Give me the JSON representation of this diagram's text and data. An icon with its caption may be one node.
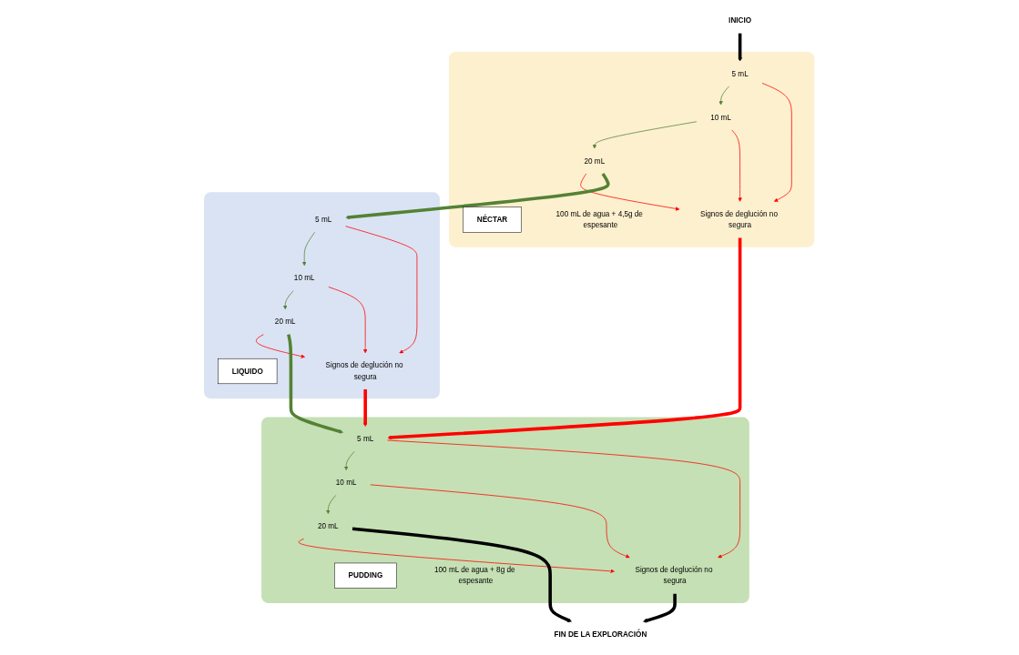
{
  "diagram": {
    "nodes": [
      {
        "text": [
          "INICIO"
        ]
      },
      {
        "text": [],
        "shape": "box"
      },
      {
        "text": [
          "NÉCTAR"
        ],
        "in": 1
      },
      {
        "text": [
          "100 mL de agua + 4,5g de espesante"
        ],
        "in": 1
      },
      {
        "text": [
          "5 mL"
        ],
        "in": 1
      },
      {
        "text": [
          "10 mL"
        ],
        "in": 1
      },
      {
        "text": [
          "20 mL"
        ],
        "in": 1
      },
      {
        "text": [
          "Signos de deglución no segura"
        ],
        "in": 1
      },
      {
        "text": [],
        "shape": "box"
      },
      {
        "text": [
          "LIQUIDO"
        ],
        "in": 8
      },
      {
        "text": [
          "5 mL"
        ],
        "in": 8
      },
      {
        "text": [
          "10 mL"
        ],
        "in": 8
      },
      {
        "text": [
          "20 mL"
        ],
        "in": 8
      },
      {
        "text": [
          "Signos de deglución no segura"
        ],
        "in": 8
      },
      {
        "text": [],
        "shape": "box"
      },
      {
        "text": [
          "PUDDING"
        ],
        "in": 14
      },
      {
        "text": [
          "100 mL de agua + 8g de espesante"
        ],
        "in": 14
      },
      {
        "text": [
          "5 mL"
        ],
        "in": 14
      },
      {
        "text": [
          "10 mL"
        ],
        "in": 14
      },
      {
        "text": [
          "20 mL"
        ],
        "in": 14
      },
      {
        "text": [
          "Signos de deglución no segura"
        ],
        "in": 14
      },
      {
        "text": [
          "FIN DE LA EXPLORACIÓN"
        ]
      }
    ],
    "edges": [
      {
        "from": 0,
        "to": 4,
        "arrow": "to",
        "style": "thick",
        "color": "#000000"
      },
      {
        "from": 4,
        "to": 5,
        "arrow": "to",
        "color": "#548235"
      },
      {
        "from": 5,
        "to": 6,
        "arrow": "to",
        "color": "#548235"
      },
      {
        "from": 4,
        "to": 7,
        "arrow": "to"
      },
      {
        "from": 5,
        "to": 7,
        "arrow": "to"
      },
      {
        "from": 6,
        "to": 7,
        "arrow": "to"
      },
      {
        "from": 6,
        "to": 10,
        "arrow": "to",
        "style": "thick",
        "color": "#548235"
      },
      {
        "from": 10,
        "to": 11,
        "arrow": "to",
        "color": "#548235"
      },
      {
        "from": 11,
        "to": 12,
        "arrow": "to",
        "color": "#548235"
      },
      {
        "from": 10,
        "to": 13,
        "arrow": "to"
      },
      {
        "from": 11,
        "to": 13,
        "arrow": "to"
      },
      {
        "from": 12,
        "to": 13,
        "arrow": "to"
      },
      {
        "from": 12,
        "to": 17,
        "arrow": "to",
        "style": "thick",
        "color": "#548235"
      },
      {
        "from": 7,
        "to": 17,
        "arrow": "to",
        "style": "thick"
      },
      {
        "from": 13,
        "to": 17,
        "arrow": "to",
        "style": "thick"
      },
      {
        "from": 17,
        "to": 18,
        "arrow": "to",
        "color": "#548235"
      },
      {
        "from": 18,
        "to": 19,
        "arrow": "to",
        "color": "#548235"
      },
      {
        "from": 17,
        "to": 20,
        "arrow": "to"
      },
      {
        "from": 18,
        "to": 20,
        "arrow": "to"
      },
      {
        "from": 19,
        "to": 20,
        "arrow": "to"
      },
      {
        "from": 20,
        "to": 21,
        "arrow": "to",
        "style": "thick",
        "color": "#000000"
      },
      {
        "from": 19,
        "to": 21,
        "arrow": "to",
        "style": "thick",
        "color": "#000000"
      }
    ]
  }
}
